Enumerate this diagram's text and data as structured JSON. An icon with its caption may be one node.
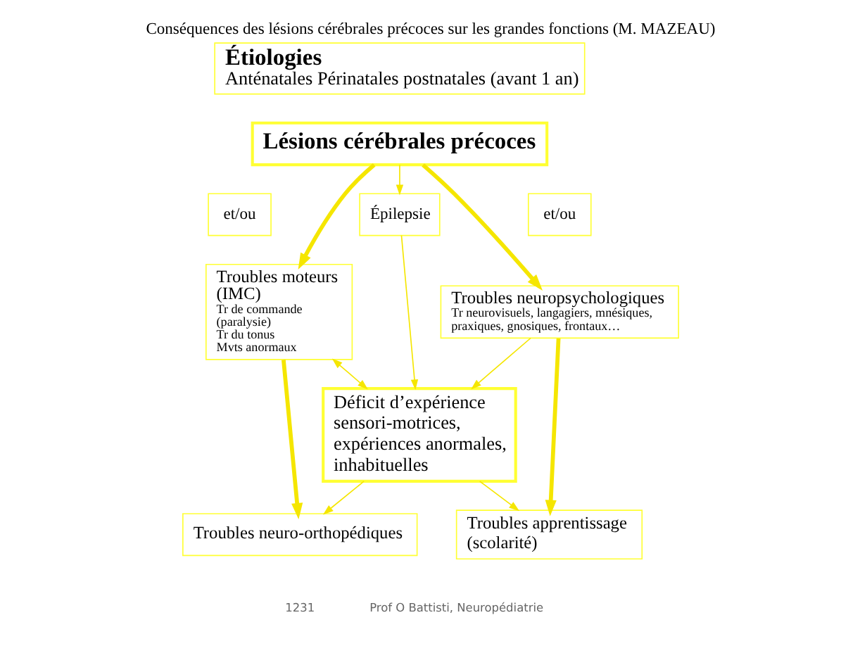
{
  "diagram": {
    "title": "Conséquences des lésions cérébrales précoces sur les grandes fonctions (M. MAZEAU)",
    "nodes": [
      {
        "text": [
          "Étiologies",
          "Anténatales Périnatales postnatales (avant 1 an)"
        ]
      },
      {
        "text": [
          "Lésions cérébrales précoces"
        ]
      },
      {
        "text": [
          "et/ou"
        ]
      },
      {
        "text": [
          "Épilepsie"
        ]
      },
      {
        "text": [
          "et/ou"
        ]
      },
      {
        "text": [
          "Troubles moteurs (IMC)",
          "Tr de commande (paralysie)",
          "Tr du tonus",
          "Mvts anormaux"
        ]
      },
      {
        "text": [
          "Troubles neuropsychologiques",
          "Tr neurovisuels, langagiers, mnésiques, praxiques, gnosiques, frontaux…"
        ]
      },
      {
        "text": [
          "Déficit d’expérience sensori-motrices, expériences anormales, inhabituelles"
        ]
      },
      {
        "text": [
          "Troubles neuro-orthopédiques"
        ]
      },
      {
        "text": [
          "Troubles apprentissage (scolarité)"
        ]
      }
    ],
    "edges": [
      {
        "from": 1,
        "to": 5,
        "arrow": "to",
        "style": "thick"
      },
      {
        "from": 1,
        "to": 3,
        "arrow": "to"
      },
      {
        "from": 1,
        "to": 6,
        "arrow": "to",
        "style": "thick"
      },
      {
        "from": 5,
        "to": 7,
        "arrow": "both"
      },
      {
        "from": 3,
        "to": 7,
        "arrow": "to"
      },
      {
        "from": 6,
        "to": 7,
        "arrow": "to"
      },
      {
        "from": 6,
        "to": 9,
        "arrow": "to",
        "style": "thick"
      },
      {
        "from": 7,
        "to": 9,
        "arrow": "to"
      },
      {
        "from": 7,
        "to": 8,
        "arrow": "to"
      },
      {
        "from": 5,
        "to": 8,
        "arrow": "to",
        "style": "thick"
      }
    ],
    "labels": [
      "1231",
      "Prof O Battisti, Neuropédiatrie"
    ]
  }
}
